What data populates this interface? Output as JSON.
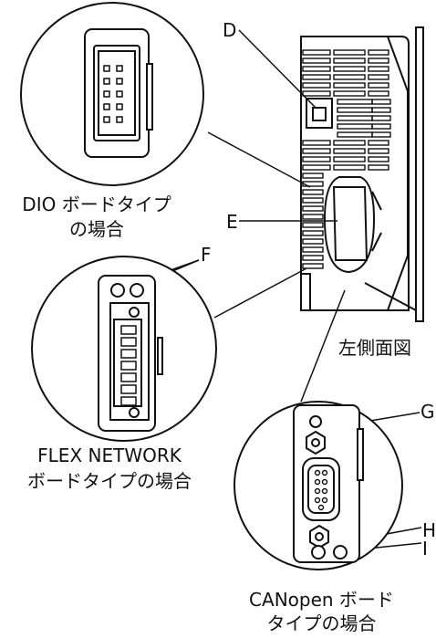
{
  "captions": {
    "dio_line1": "DIO ボードタイプ",
    "dio_line2": "の場合",
    "flex_line1": "FLEX NETWORK",
    "flex_line2": "ボードタイプの場合",
    "side_view": "左側面図",
    "can_line1": "CANopen ボード",
    "can_line2": "タイプの場合"
  },
  "callouts": {
    "d": "D",
    "e": "E",
    "f": "F",
    "g": "G",
    "h": "H",
    "i": "I"
  }
}
